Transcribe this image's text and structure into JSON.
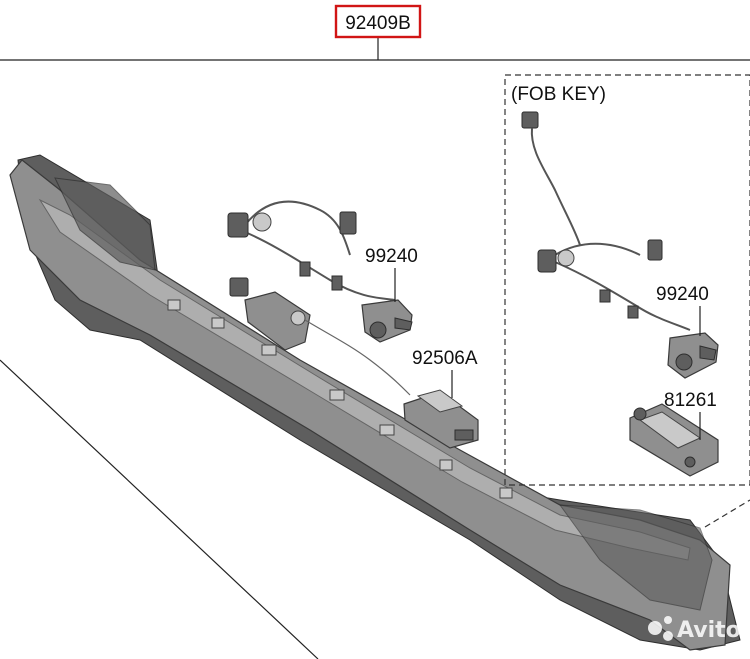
{
  "diagram": {
    "title_part_number": "92409B",
    "highlight_color": "#d11515",
    "inset_label": "(FOB KEY)",
    "part_labels": {
      "main_camera": "99240",
      "license_lamp": "92506A",
      "fob_camera": "99240",
      "fob_bracket": "81261"
    },
    "watermark": "Avito"
  }
}
